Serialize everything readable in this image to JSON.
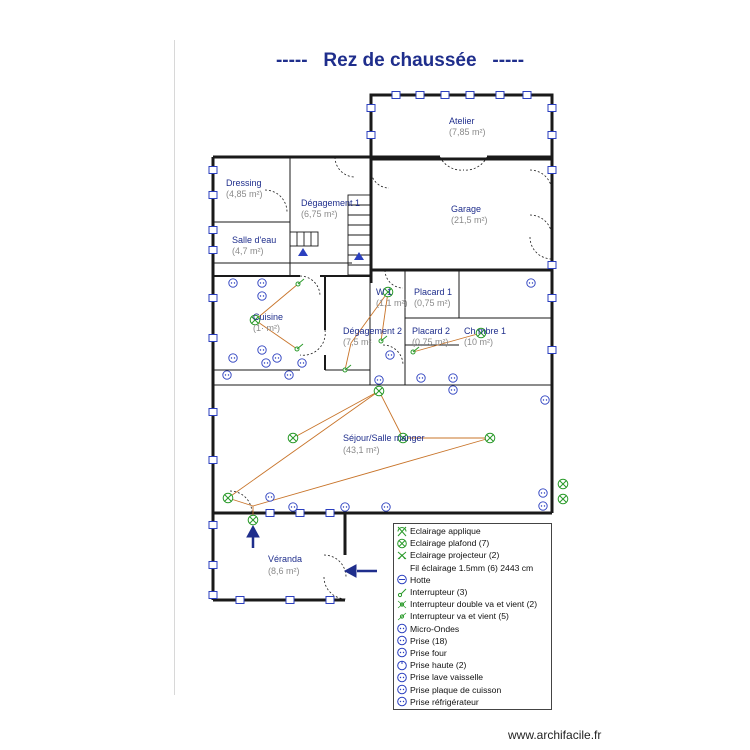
{
  "title": "-----   Rez de chaussée   -----",
  "rooms": [
    {
      "name": "Atelier",
      "area": "(7,85 m²)"
    },
    {
      "name": "Dressing",
      "area": "(4,85 m²)"
    },
    {
      "name": "Dégagement 1",
      "area": "(6,75 m²)"
    },
    {
      "name": "Garage",
      "area": "(21,5 m²)"
    },
    {
      "name": "Salle d'eau",
      "area": "(4,7 m²)"
    },
    {
      "name": "Cuisine",
      "area": "(1· m²)"
    },
    {
      "name": "W  1",
      "area": "(1,1 m²)"
    },
    {
      "name": "Placard 1",
      "area": "(0,75 m²)"
    },
    {
      "name": "Dégagement 2",
      "area": "(7,5 m²"
    },
    {
      "name": "Placard 2",
      "area": "(0,75 m²)"
    },
    {
      "name": "Ch mbre 1",
      "area": "(10 m²)"
    },
    {
      "name": "Séjour/Salle   manger",
      "area": "(43,1 m²)"
    },
    {
      "name": "Véranda",
      "area": "(8,6 m²)"
    }
  ],
  "legend": [
    {
      "label": "Eclairage applique",
      "icon": "applique-light-icon"
    },
    {
      "label": "Eclairage plafond (7)",
      "icon": "ceiling-light-icon"
    },
    {
      "label": "Eclairage projecteur (2)",
      "icon": "spotlight-icon"
    },
    {
      "label": "Fil éclairage 1.5mm (6) 2443 cm",
      "icon": "none"
    },
    {
      "label": "Hotte",
      "icon": "hood-outlet-icon"
    },
    {
      "label": "Interrupteur (3)",
      "icon": "switch-icon"
    },
    {
      "label": "Interrupteur double va et vient (2)",
      "icon": "double-two-way-switch-icon"
    },
    {
      "label": "Interrupteur va et vient (5)",
      "icon": "two-way-switch-icon"
    },
    {
      "label": "Micro-Ondes",
      "icon": "microwave-outlet-icon"
    },
    {
      "label": "Prise (18)",
      "icon": "outlet-icon"
    },
    {
      "label": "Prise four",
      "icon": "oven-outlet-icon"
    },
    {
      "label": "Prise haute (2)",
      "icon": "high-outlet-icon"
    },
    {
      "label": "Prise lave vaisselle",
      "icon": "dishwasher-outlet-icon"
    },
    {
      "label": "Prise plaque de cuisson",
      "icon": "cooktop-outlet-icon"
    },
    {
      "label": "Prise réfrigérateur",
      "icon": "fridge-outlet-icon"
    }
  ],
  "colors": {
    "title": "#1f2e8c",
    "walls": "#1a1a1a",
    "windows": "#2b3fbf",
    "wiring": "#c8742a",
    "lights": "#2a9a2a",
    "outlets": "#2b3fbf",
    "entry_arrow": "#1f2e8c"
  },
  "watermark": "www.archifacile.fr"
}
